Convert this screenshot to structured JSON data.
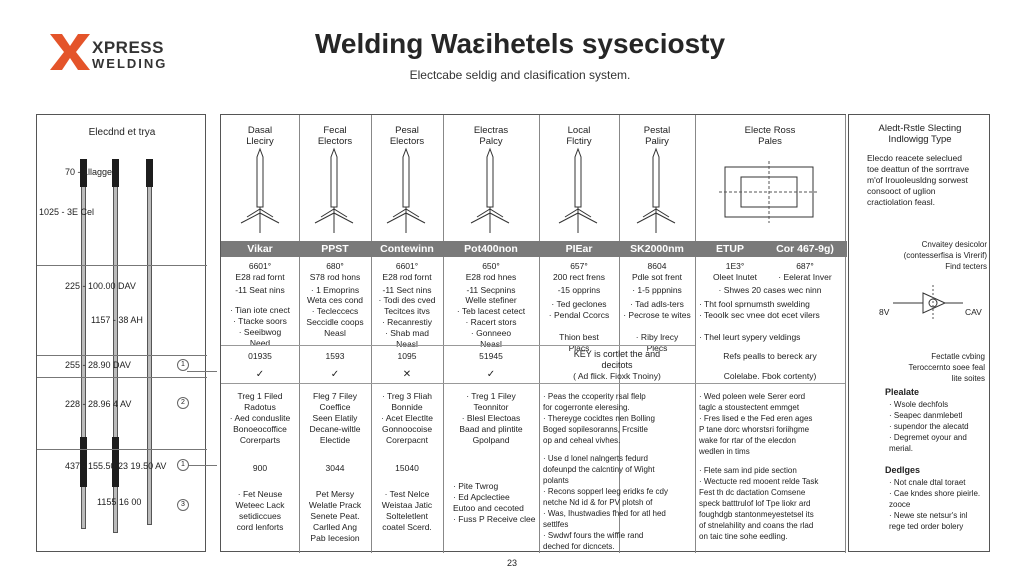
{
  "header": {
    "logo_top": "XPRESS",
    "logo_bottom": "WELDING",
    "title": "Welding Waεihetels syseciosty",
    "subtitle": "Electcabe seldig and clasification system."
  },
  "left_panel": {
    "title": "Elecdnd et trya",
    "labels": [
      "70 - 1llagge",
      "1025 - 3E Cel",
      "225 - 100.00   DAV",
      "1157 - 38 AH",
      "255 - 28.90   DAV",
      "228 - 28.96   4 AV",
      "437 - 155.50   23 19.50 AV",
      "1155 16 00"
    ],
    "markers": [
      "1",
      "2",
      "1",
      "3"
    ],
    "colors": {
      "rod": "#bdbdbd",
      "rod_cap": "#1d1d1d"
    }
  },
  "table": {
    "columns": [
      {
        "head": "Dasal\nLleciry",
        "band": "Vikar",
        "row1": "6601°\nE28 rad fornt",
        "row2": "-11 Seat nins",
        "row3": "· Tian iote cnect\n· Ttacke soors\n· Seeibwog\nNeed",
        "row4": "01935",
        "row5": "✓",
        "row6": "Treg 1 Filed\nRadotus\n· Aed conduslite\nBonoeocoffice\nCorerparts",
        "row7": "900",
        "row8": "· Fet Neuse\nWeteec Lack\nsetidiccues\ncord lenforts"
      },
      {
        "head": "Fecal\nElectors",
        "band": "PPST",
        "row1": "680°\nS78 rod hons",
        "row2": "· 1 Emoprins",
        "row3": "Weta ces cond\n· Tecleccecs\nSeccidle coops\nNeasl",
        "row4": "1593",
        "row5": "✓",
        "row6": "Fleg 7 Filey\nCoeffice\nSeen Elatily\nDecane-wiltle\nElectide",
        "row7": "3044",
        "row8": "Pet Mersy\nWelatle Prack\nSenete Peat.\nCarlled Ang\nPab Iecesion"
      },
      {
        "head": "Pesal\nElectors",
        "band": "Contewinn",
        "row1": "6601°\nE28 rod fornt",
        "row2": "-11 Sect nins",
        "row3": "· Todi des cved\nTecitces itvs\n· Recanrestiy\n· Shab mad\nNeasl",
        "row4": "1095",
        "row5": "✕",
        "row6": "· Treg 3 Fliah\nBonnide\n· Acet Electlte\nGonnoocoise\nCorerpacnt",
        "row7": "15040",
        "row8": "· Test Nelce\nWeistaa Jatic\nSolteletlent\ncoatel Scerd."
      },
      {
        "head": "Electras\nPalcy",
        "band": "Pot400non",
        "row1": "650°\nE28 rod hnes",
        "row2": "-11 Secpnins",
        "row3": "Welle stefiner\n· Teb lacest cetect\n· Racert stors\n· Gonneeo\nNeasl",
        "row4": "51945",
        "row5": "✓",
        "row6": "· Treg 1 Filey\nTeonnitor\n· Blesl Electoas\nBaad and plintite\nGpolpand",
        "row7": "",
        "row8": "· Pite Twrog\n· Ed Apclectiee\nEutoo and cecoted\n· Fuss P Receive clee"
      },
      {
        "head": "Local\nFlctiry",
        "band": "PIEar",
        "row1": "657°\n200 rect frens",
        "row2": "-15 opprins",
        "row3": "· Ted geclones\n· Pendal Ccorcs\n\nThion best\nPlacs",
        "row4": "KEY is cortlet the and\ndecitots",
        "row5": "( Ad flick. Fioxk Tnoiny)",
        "row6": "· Peas the ccoperity rsal flelp\nfor cogerronte eleresing.\n· Thereyge cocidtes nen Bolling\nBoged sopilesoranns, Frcsitle\nop and ceheal vivhes.",
        "row7": "· Use d lonel nalngerts fedurd\ndofeunpd the calcntiny of Wight\npolants\n· Recons sopperl leeg eridks fe cdy\nnetche Nd id & for PV plotsh of\n· Was, Ihustwadies fhed for atl hed\nsettlfes\n· Swdwf fours the wiffie rand\ndeched for dicncets.",
        "row8": ""
      },
      {
        "head": "Pestal\nPaliry",
        "band": "SK2000nm",
        "row1": "8604\nPdle sot frent",
        "row2": "· 1-5 pppnins",
        "row3": "· Tad adls-ters\n· Pecrose te wites\n\n· Riby lrecy\nPlecs",
        "row4": "",
        "row5": "",
        "row6": "",
        "row7": "",
        "row8": ""
      },
      {
        "head": "Electe Ross\nPales",
        "band": "ETUP",
        "row1": "1E3°\nOleet Inutet",
        "row2": "· Shwes 20 cases wec ninn",
        "row3": "· Tht fool sprnumsth swelding\n· Teoolk sec vnee dot ecet vilers\n\n· Thel leurt sypery veldings",
        "row4": "Refs pealls to bereck ary",
        "row5": "Colelabe. Fbok cortenty)",
        "row6": "· Wed poleen wele Serer eord\ntaglc a stoustectent emmget\n· Fres lised e the Fed eren ages\nP tane dorc whorstsri foriihgme\nwake for rtar of the elecdon\nwedlen in tims",
        "row7": "· Flete sam ind pide section\n· Wectucte red mooent relde Task\nFest th dc dactation Comsene\nspeck batttrulof lof Tpe liokr ard\nfoughdgb stantonmeyestetsel its\nof stnelahility and coans the rlad\non taic tine sohe eedling.",
        "row8": ""
      },
      {
        "head": "",
        "band": "Cor 467-9g)",
        "row1": "687°\n· Eelerat Inver",
        "row2": "",
        "row3": "",
        "row4": "",
        "row5": "",
        "row6": "",
        "row7": "",
        "row8": ""
      }
    ]
  },
  "right_panel": {
    "title": "Aledt-Rstle Slecting\nIndlowigg Type",
    "desc": "Elecdo reacete seleclued\ntoe deattun of the sorrtrave\nm'of Irouoleusldng sorwest\nconsooct of uglion\ncractiolation feasl.",
    "diagram_label": "Cnvaitey desicolor\n(contesserfisa is Virerif)\nFind tecters",
    "left_tag": "8V",
    "right_tag": "CAV",
    "footer_note": "Fectatle cvbing\nTeroccernto soee feal\nlite soites",
    "section1_title": "Plealate",
    "section1_items": "· Wsole dechfols\n· Seapec danmlebetl\n· supendor the alecatd\n· Degremet oyour and\nmerial.",
    "section2_title": "Dedlges",
    "section2_items": "· Not cnale dtal toraet\n· Cae kndes shore pieirle.\nzooce\n· Newe ste netsur's inl\nrege ted order bolery"
  },
  "page": {
    "number": "23"
  }
}
